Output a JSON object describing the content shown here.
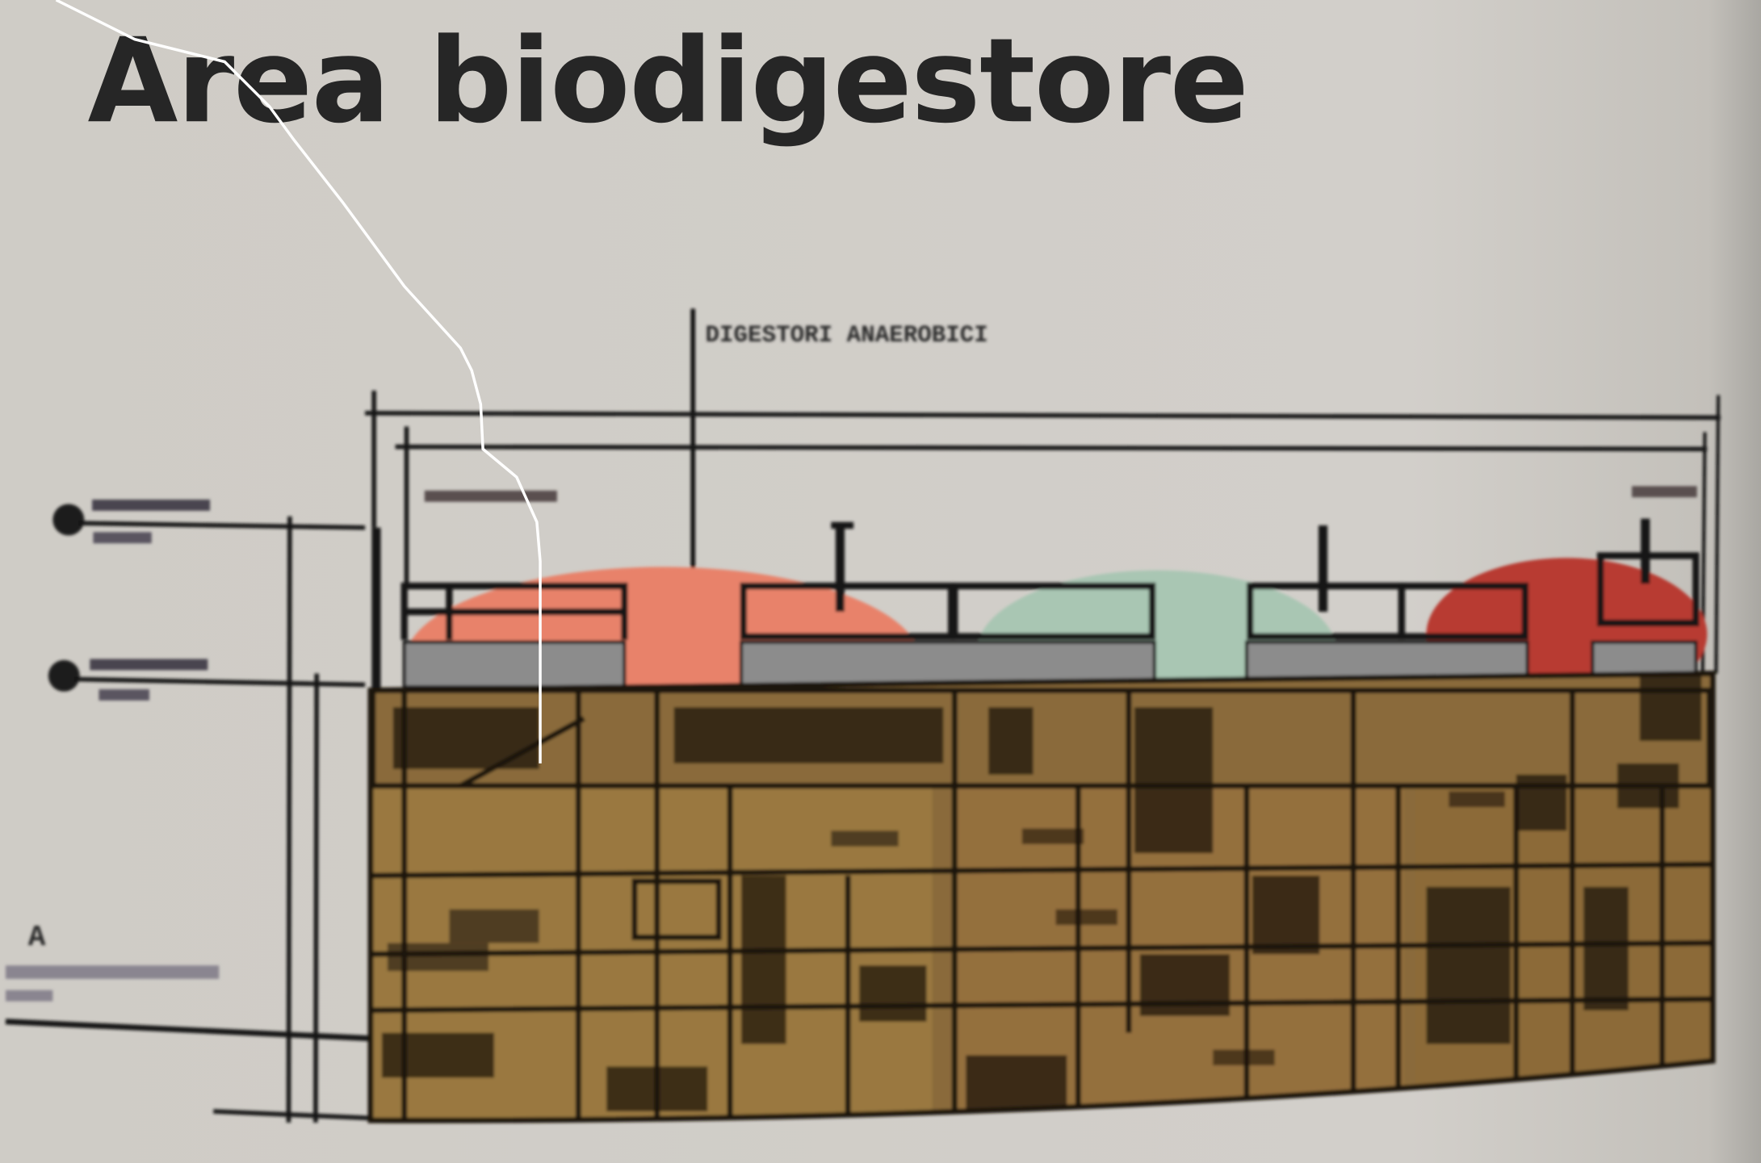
{
  "title": "Area biodigestore",
  "leader_label": "DIGESTORI ANAEROBICI",
  "section_marker": "A",
  "colors": {
    "background": "#cdcac4",
    "building": "#8a6a3a",
    "digester_1": "#e8826a",
    "digester_2": "#a9c6b3",
    "digester_3": "#b83a30",
    "slab": "#8c8c8c"
  }
}
